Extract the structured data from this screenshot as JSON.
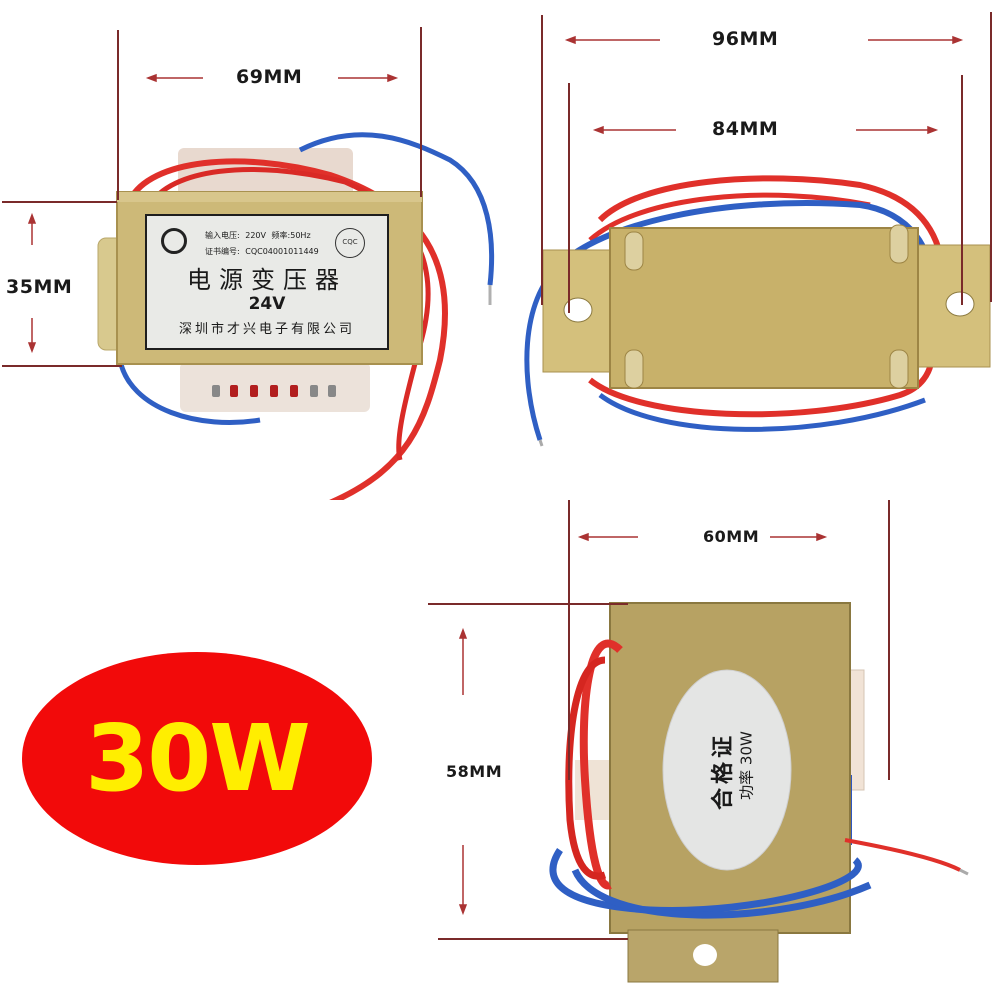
{
  "image": {
    "description": "Product photo composite of a 30W 24V EI power transformer with dimension annotations",
    "background": "#ffffff"
  },
  "dimensions": {
    "top_left_width": "69MM",
    "top_left_height": "35MM",
    "top_right_overall": "96MM",
    "top_right_mount": "84MM",
    "bottom_right_width": "60MM",
    "bottom_right_height": "58MM",
    "line_color": "#7a2a2a"
  },
  "nameplate": {
    "input_voltage_label": "输入电压:",
    "input_voltage_value": "220V",
    "frequency_label": "频率:",
    "frequency_value": "50Hz",
    "cert_label": "证书编号:",
    "cert_value": "CQC04001011449",
    "title": "电源变压器",
    "voltage": "24V",
    "manufacturer": "深圳市才兴电子有限公司",
    "cert_mark": "CQC"
  },
  "oval_label": {
    "title": "合格证",
    "power": "功率 30W"
  },
  "badge": {
    "text": "30W",
    "bg_color": "#f20a0a",
    "text_color": "#ffee00"
  },
  "colors": {
    "wire_red": "#e0302a",
    "wire_blue": "#2f5fc4",
    "steel_gold": "#c9b26a",
    "label_bg": "#e9eae7"
  }
}
